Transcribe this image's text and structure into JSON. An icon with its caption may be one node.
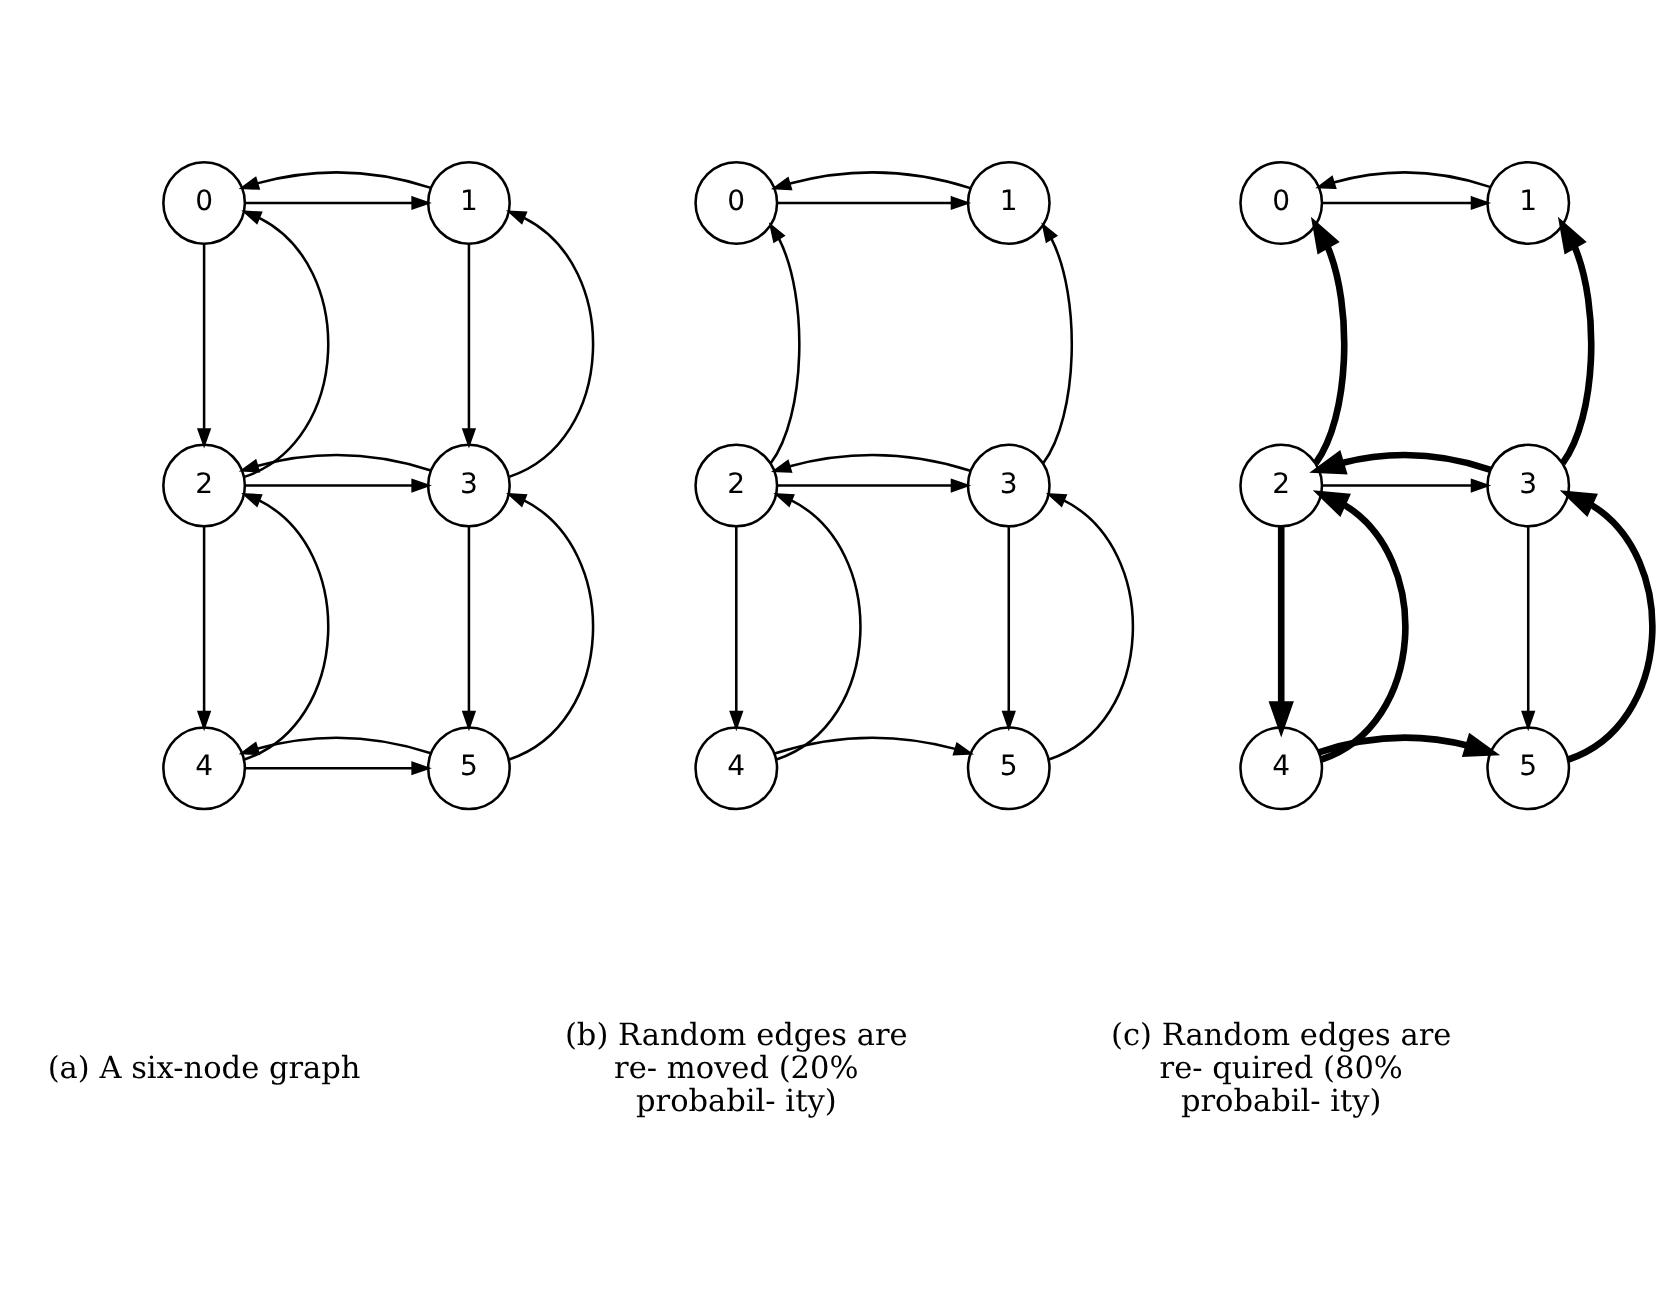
{
  "diagram": {
    "nodes": [
      {
        "text": [
          "0"
        ]
      },
      {
        "text": [
          "1"
        ]
      },
      {
        "text": [
          "2"
        ]
      },
      {
        "text": [
          "3"
        ]
      },
      {
        "text": [
          "4"
        ]
      },
      {
        "text": [
          "5"
        ]
      },
      {
        "text": [
          "0"
        ]
      },
      {
        "text": [
          "1"
        ]
      },
      {
        "text": [
          "2"
        ]
      },
      {
        "text": [
          "3"
        ]
      },
      {
        "text": [
          "4"
        ]
      },
      {
        "text": [
          "5"
        ]
      },
      {
        "text": [
          "0"
        ]
      },
      {
        "text": [
          "1"
        ]
      },
      {
        "text": [
          "2"
        ]
      },
      {
        "text": [
          "3"
        ]
      },
      {
        "text": [
          "4"
        ]
      },
      {
        "text": [
          "5"
        ]
      }
    ],
    "edges": [
      {
        "from": 0,
        "to": 1,
        "arrow": "to"
      },
      {
        "from": 1,
        "to": 0,
        "arrow": "to"
      },
      {
        "from": 0,
        "to": 2,
        "arrow": "to"
      },
      {
        "from": 2,
        "to": 0,
        "arrow": "to"
      },
      {
        "from": 1,
        "to": 3,
        "arrow": "to"
      },
      {
        "from": 3,
        "to": 1,
        "arrow": "to"
      },
      {
        "from": 2,
        "to": 3,
        "arrow": "to"
      },
      {
        "from": 3,
        "to": 2,
        "arrow": "to"
      },
      {
        "from": 2,
        "to": 4,
        "arrow": "to"
      },
      {
        "from": 4,
        "to": 2,
        "arrow": "to"
      },
      {
        "from": 3,
        "to": 5,
        "arrow": "to"
      },
      {
        "from": 5,
        "to": 3,
        "arrow": "to"
      },
      {
        "from": 4,
        "to": 5,
        "arrow": "to"
      },
      {
        "from": 5,
        "to": 4,
        "arrow": "to"
      },
      {
        "from": 6,
        "to": 7,
        "arrow": "to"
      },
      {
        "from": 7,
        "to": 6,
        "arrow": "to"
      },
      {
        "from": 8,
        "to": 6,
        "arrow": "to"
      },
      {
        "from": 9,
        "to": 7,
        "arrow": "to"
      },
      {
        "from": 8,
        "to": 9,
        "arrow": "to"
      },
      {
        "from": 9,
        "to": 8,
        "arrow": "to"
      },
      {
        "from": 8,
        "to": 10,
        "arrow": "to"
      },
      {
        "from": 10,
        "to": 8,
        "arrow": "to"
      },
      {
        "from": 9,
        "to": 11,
        "arrow": "to"
      },
      {
        "from": 11,
        "to": 9,
        "arrow": "to"
      },
      {
        "from": 10,
        "to": 11,
        "arrow": "to"
      },
      {
        "from": 12,
        "to": 13,
        "arrow": "to"
      },
      {
        "from": 13,
        "to": 12,
        "arrow": "to"
      },
      {
        "from": 14,
        "to": 12,
        "arrow": "to",
        "style": "thick"
      },
      {
        "from": 15,
        "to": 13,
        "arrow": "to",
        "style": "thick"
      },
      {
        "from": 14,
        "to": 15,
        "arrow": "to"
      },
      {
        "from": 15,
        "to": 14,
        "arrow": "to",
        "style": "thick"
      },
      {
        "from": 14,
        "to": 16,
        "arrow": "to",
        "style": "thick"
      },
      {
        "from": 16,
        "to": 14,
        "arrow": "to",
        "style": "thick"
      },
      {
        "from": 15,
        "to": 17,
        "arrow": "to"
      },
      {
        "from": 17,
        "to": 15,
        "arrow": "to",
        "style": "thick"
      },
      {
        "from": 16,
        "to": 17,
        "arrow": "to",
        "style": "thick"
      }
    ],
    "labels": [
      "(a) A six-node graph",
      "(b) Random edges are re- moved (20% probabil- ity)",
      "(c) Random edges are re- quired (80% probabil- ity)"
    ]
  }
}
